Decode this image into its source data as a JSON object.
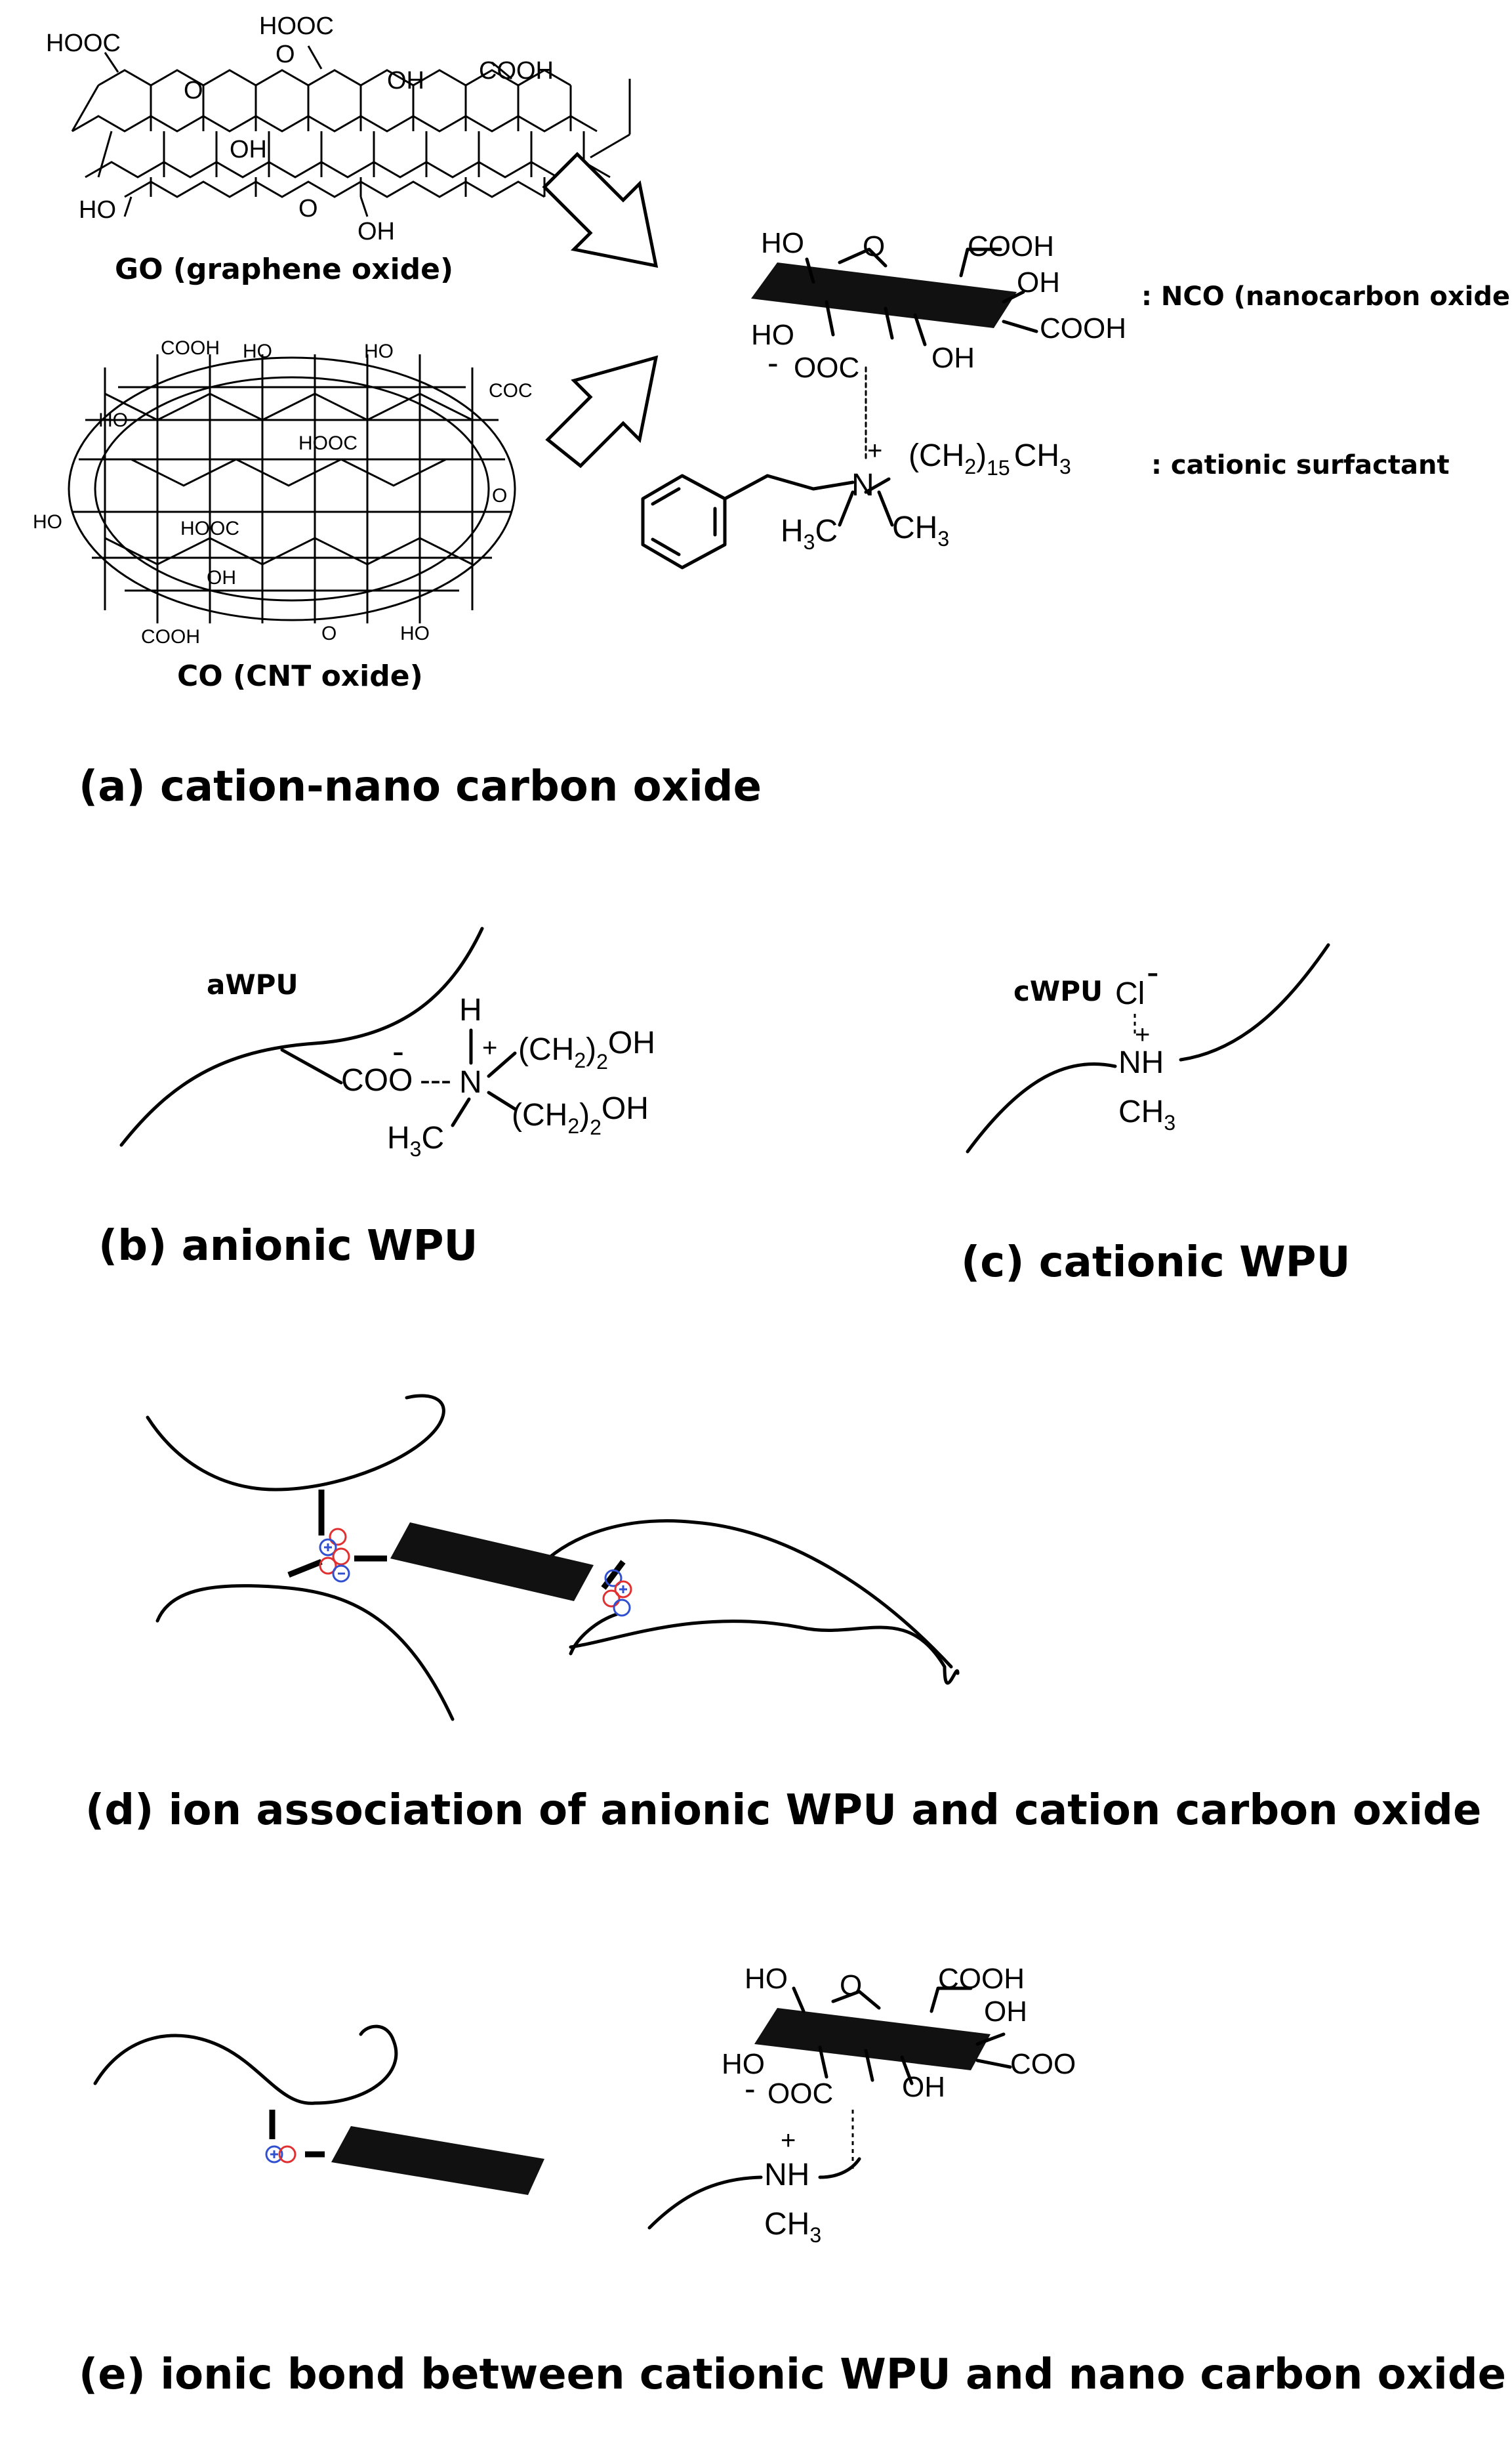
{
  "panel_a": {
    "caption": "(a) cation-nano carbon oxide",
    "go": {
      "label": "GO (graphene oxide)",
      "groups": [
        "HOOC",
        "HOOC",
        "O",
        "OH",
        "COOH",
        "O",
        "OH",
        "HO",
        "O",
        "OH"
      ]
    },
    "co": {
      "label": "CO (CNT oxide)",
      "groups": [
        "COOH",
        "HO",
        "HO",
        "COC",
        "HO",
        "HOOC",
        "O",
        "HO",
        "HOOC",
        "OH",
        "COOH",
        "O",
        "HO"
      ]
    },
    "nco": {
      "legend": ": NCO (nanocarbon oxide)",
      "ho_top": "HO",
      "o_epoxy": "O",
      "cooh_top": "COOH",
      "oh_right": "OH",
      "cooh_right": "COOH",
      "ho_left": "HO",
      "ooc": "OOC",
      "oh_bottom": "OH",
      "minus": "-"
    },
    "surfactant": {
      "legend": ": cationic surfactant",
      "plus": "+",
      "n": "N",
      "chain": "(CH",
      "chain_sub": "2",
      "chain_close": ")",
      "chain_n": "15",
      "chain_end": "CH",
      "chain_end_sub": "3",
      "h3c": "H",
      "h3c_sub": "3",
      "h3c_c": "C",
      "ch3": "CH",
      "ch3_sub": "3"
    }
  },
  "panel_b": {
    "caption": "(b) anionic WPU",
    "chain_label": "aWPU",
    "coo": "COO",
    "dashes": "---",
    "h": "H",
    "plus": "+",
    "n": "N",
    "group1": "(CH",
    "group1_sub": "2",
    "group1_end": ")",
    "group1_oh_sub": "2",
    "group1_oh": "OH",
    "group2": "(CH",
    "group2_sub": "2",
    "group2_end": ")",
    "group2_oh_sub": "2",
    "group2_oh": "OH",
    "h3c": "H",
    "h3c_sub": "3",
    "h3c_c": "C",
    "minus": "-"
  },
  "panel_c": {
    "caption": "(c) cationic WPU",
    "chain_label": "cWPU",
    "cl": "Cl",
    "minus": "-",
    "plus": "+",
    "nh": "NH",
    "ch3": "CH",
    "ch3_sub": "3"
  },
  "panel_d": {
    "caption": "(d) ion association of anionic WPU and cation carbon oxide"
  },
  "panel_e": {
    "caption": "(e) ionic bond between cationic WPU and nano carbon oxide",
    "ho_top": "HO",
    "o_epoxy": "O",
    "cooh_top": "COOH",
    "oh_right": "OH",
    "coo_right": "COO",
    "ho_left": "HO",
    "ooc": "OOC",
    "oh_bottom": "OH",
    "minus": "-",
    "plus": "+",
    "nh": "NH",
    "ch3": "CH",
    "ch3_sub": "3"
  },
  "colors": {
    "ink": "#000000",
    "ion_red": "#e03030",
    "ion_blue": "#3050d0",
    "sheet": "#111111"
  }
}
